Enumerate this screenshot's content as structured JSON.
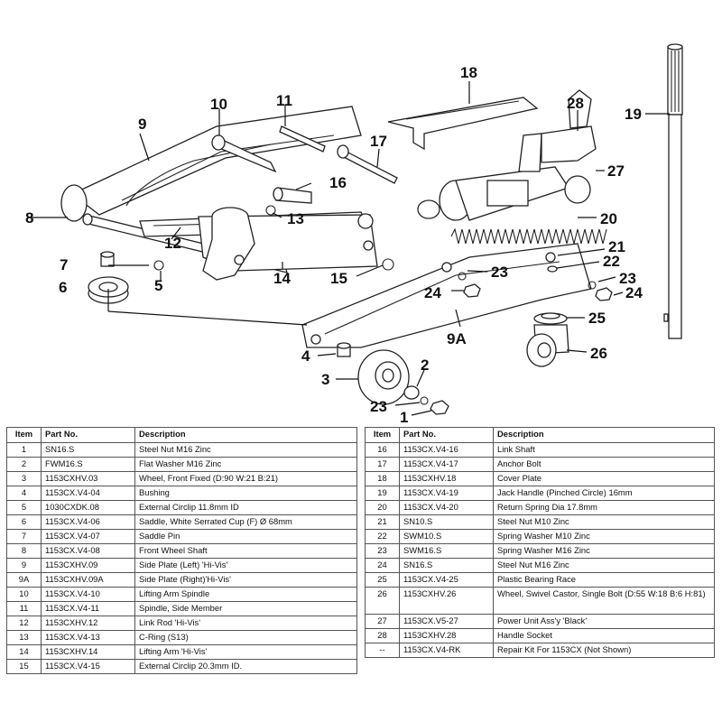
{
  "callouts": [
    "1",
    "2",
    "3",
    "4",
    "5",
    "6",
    "7",
    "8",
    "9",
    "9A",
    "10",
    "11",
    "12",
    "13",
    "14",
    "15",
    "16",
    "17",
    "18",
    "19",
    "20",
    "21",
    "22",
    "23",
    "24",
    "25",
    "26",
    "27",
    "28"
  ],
  "table_headers": {
    "item": "Item",
    "part_no": "Part No.",
    "description": "Description"
  },
  "parts_left": [
    {
      "item": "1",
      "part_no": "SN16.S",
      "description": "Steel Nut M16 Zinc"
    },
    {
      "item": "2",
      "part_no": "FWM16.S",
      "description": "Flat Washer M16 Zinc"
    },
    {
      "item": "3",
      "part_no": "1153CXHV.03",
      "description": "Wheel, Front Fixed (D:90 W:21 B:21)"
    },
    {
      "item": "4",
      "part_no": "1153CX.V4-04",
      "description": "Bushing"
    },
    {
      "item": "5",
      "part_no": "1030CXDK.08",
      "description": "External Circlip 11.8mm ID"
    },
    {
      "item": "6",
      "part_no": "1153CX.V4-06",
      "description": "Saddle, White Serrated Cup (F) Ø 68mm"
    },
    {
      "item": "7",
      "part_no": "1153CX.V4-07",
      "description": "Saddle Pin"
    },
    {
      "item": "8",
      "part_no": "1153CX.V4-08",
      "description": "Front Wheel Shaft"
    },
    {
      "item": "9",
      "part_no": "1153CXHV.09",
      "description": "Side Plate (Left) 'Hi-Vis'"
    },
    {
      "item": "9A",
      "part_no": "1153CXHV.09A",
      "description": "Side Plate (Right)'Hi-Vis'"
    },
    {
      "item": "10",
      "part_no": "1153CX.V4-10",
      "description": "Lifting Arm Spindle"
    },
    {
      "item": "11",
      "part_no": "1153CX.V4-11",
      "description": "Spindle, Side Member"
    },
    {
      "item": "12",
      "part_no": "1153CXHV.12",
      "description": "Link Rod 'Hi-Vis'"
    },
    {
      "item": "13",
      "part_no": "1153CX.V4-13",
      "description": "C-Ring (S13)"
    },
    {
      "item": "14",
      "part_no": "1153CXHV.14",
      "description": "Lifting Arm 'Hi-Vis'"
    },
    {
      "item": "15",
      "part_no": "1153CX.V4-15",
      "description": "External Circlip 20.3mm ID."
    }
  ],
  "parts_right": [
    {
      "item": "16",
      "part_no": "1153CX.V4-16",
      "description": "Link Shaft"
    },
    {
      "item": "17",
      "part_no": "1153CX.V4-17",
      "description": "Anchor Bolt"
    },
    {
      "item": "18",
      "part_no": "1153CXHV.18",
      "description": "Cover Plate"
    },
    {
      "item": "19",
      "part_no": "1153CX.V4-19",
      "description": "Jack Handle (Pinched Circle) 16mm"
    },
    {
      "item": "20",
      "part_no": "1153CX.V4-20",
      "description": "Return Spring Dia 17.8mm"
    },
    {
      "item": "21",
      "part_no": "SN10.S",
      "description": "Steel Nut M10 Zinc"
    },
    {
      "item": "22",
      "part_no": "SWM10.S",
      "description": "Spring Washer M10 Zinc"
    },
    {
      "item": "23",
      "part_no": "SWM16.S",
      "description": "Spring Washer M16 Zinc"
    },
    {
      "item": "24",
      "part_no": "SN16.S",
      "description": "Steel Nut M16 Zinc"
    },
    {
      "item": "25",
      "part_no": "1153CX.V4-25",
      "description": "Plastic Bearing Race"
    },
    {
      "item": "26",
      "part_no": "1153CXHV.26",
      "description": "Wheel, Swivel Castor, Single Bolt (D:55 W:18 B:6 H:81)"
    },
    {
      "item": "27",
      "part_no": "1153CX.V5-27",
      "description": "Power Unit Ass'y 'Black'"
    },
    {
      "item": "28",
      "part_no": "1153CXHV.28",
      "description": "Handle Socket"
    },
    {
      "item": "--",
      "part_no": "1153CX.V4-RK",
      "description": "Repair Kit For 1153CX (Not Shown)"
    }
  ]
}
